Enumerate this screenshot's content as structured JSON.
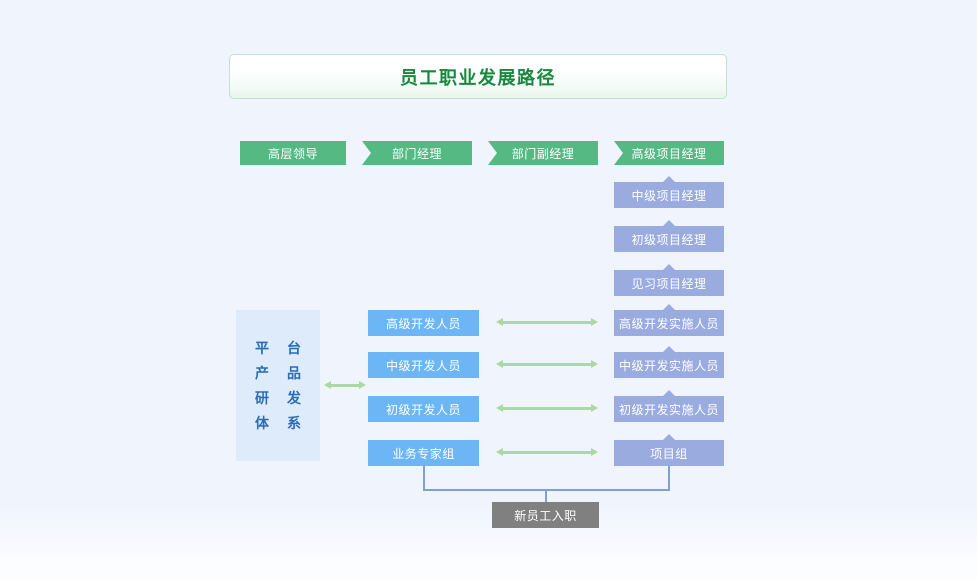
{
  "page": {
    "background_color": "#eff4fd",
    "title": "员工职业发展路径"
  },
  "colors": {
    "management_green": "#54b983",
    "dev_sky_blue": "#6cb6f5",
    "pm_periwinkle": "#9aabe0",
    "platform_panel": "#ddebfb",
    "platform_text": "#2a6cb5",
    "entry_gray": "#808080",
    "arrow_green": "#abd9a1",
    "connector_blue": "#7d9fdb",
    "title_text": "#17893f",
    "title_border": "#bfe3cd"
  },
  "management_track": {
    "label": "management-chevron-row",
    "items": [
      {
        "label": "高层领导",
        "notched": false
      },
      {
        "label": "部门经理",
        "notched": true
      },
      {
        "label": "部门副经理",
        "notched": true
      },
      {
        "label": "高级项目经理",
        "notched": true
      }
    ]
  },
  "project_manager_track": {
    "label": "project-manager-column",
    "items": [
      {
        "label": "中级项目经理"
      },
      {
        "label": "初级项目经理"
      },
      {
        "label": "见习项目经理"
      }
    ]
  },
  "developer_track": {
    "label": "developer-column",
    "items": [
      {
        "label": "高级开发人员"
      },
      {
        "label": "中级开发人员"
      },
      {
        "label": "初级开发人员"
      },
      {
        "label": "业务专家组"
      }
    ]
  },
  "implementation_track": {
    "label": "implementation-column",
    "items": [
      {
        "label": "高级开发实施人员"
      },
      {
        "label": "中级开发实施人员"
      },
      {
        "label": "初级开发实施人员"
      },
      {
        "label": "项目组"
      }
    ]
  },
  "platform_panel": {
    "label": "platform-product-rnd-system",
    "chars": [
      "平",
      "台",
      "产",
      "品",
      "研",
      "发",
      "体",
      "系"
    ]
  },
  "entry_node": {
    "label": "新员工入职"
  },
  "arrows": {
    "bidirectional_icon": "double-headed-arrow",
    "count_horizontal_pairs": 4,
    "platform_link": "double-headed-arrow"
  }
}
